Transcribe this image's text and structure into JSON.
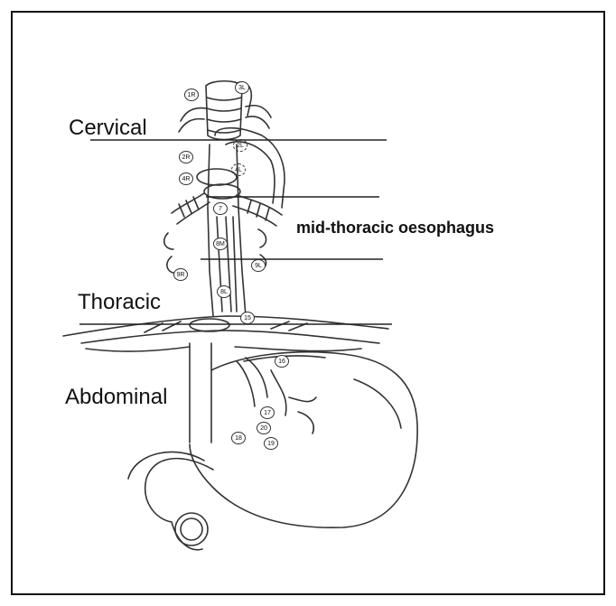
{
  "regions": {
    "cervical": "Cervical",
    "thoracic": "Thoracic",
    "abdominal": "Abdominal"
  },
  "callout": "mid-thoracic oesophagus",
  "lymph_nodes": {
    "n1R": "1R",
    "n3L": "3L",
    "n2R": "2R",
    "n2L": "2L",
    "n4R": "4R",
    "n4L": "4L",
    "n7": "7",
    "n8M": "8M",
    "n9R": "9R",
    "n9L": "9L",
    "n8L": "8L",
    "n15": "15",
    "n16": "16",
    "n17": "17",
    "n20": "20",
    "n18": "18",
    "n19": "19"
  },
  "colors": {
    "ink": "#111111",
    "line": "#222222",
    "fill": "#ffffff"
  }
}
